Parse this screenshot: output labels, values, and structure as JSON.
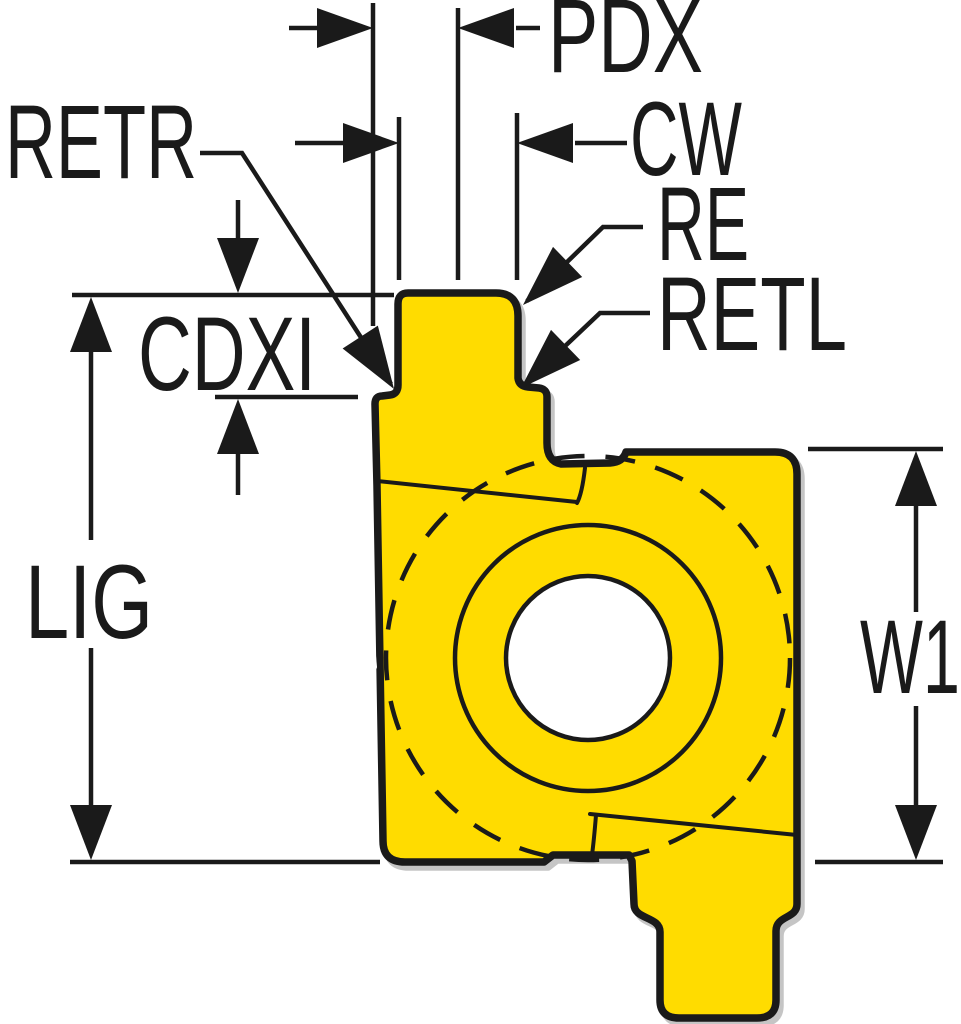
{
  "labels": {
    "pdx": "PDX",
    "cw": "CW",
    "re": "RE",
    "retl": "RETL",
    "retr": "RETR",
    "cdxi": "CDXI",
    "lig": "LIG",
    "w1": "W1"
  },
  "colors": {
    "insert_yellow": "#FFDC00",
    "outline_black": "#1A1A1A",
    "shadow_gray": "#C5C5C5",
    "background": "#FFFFFF"
  }
}
